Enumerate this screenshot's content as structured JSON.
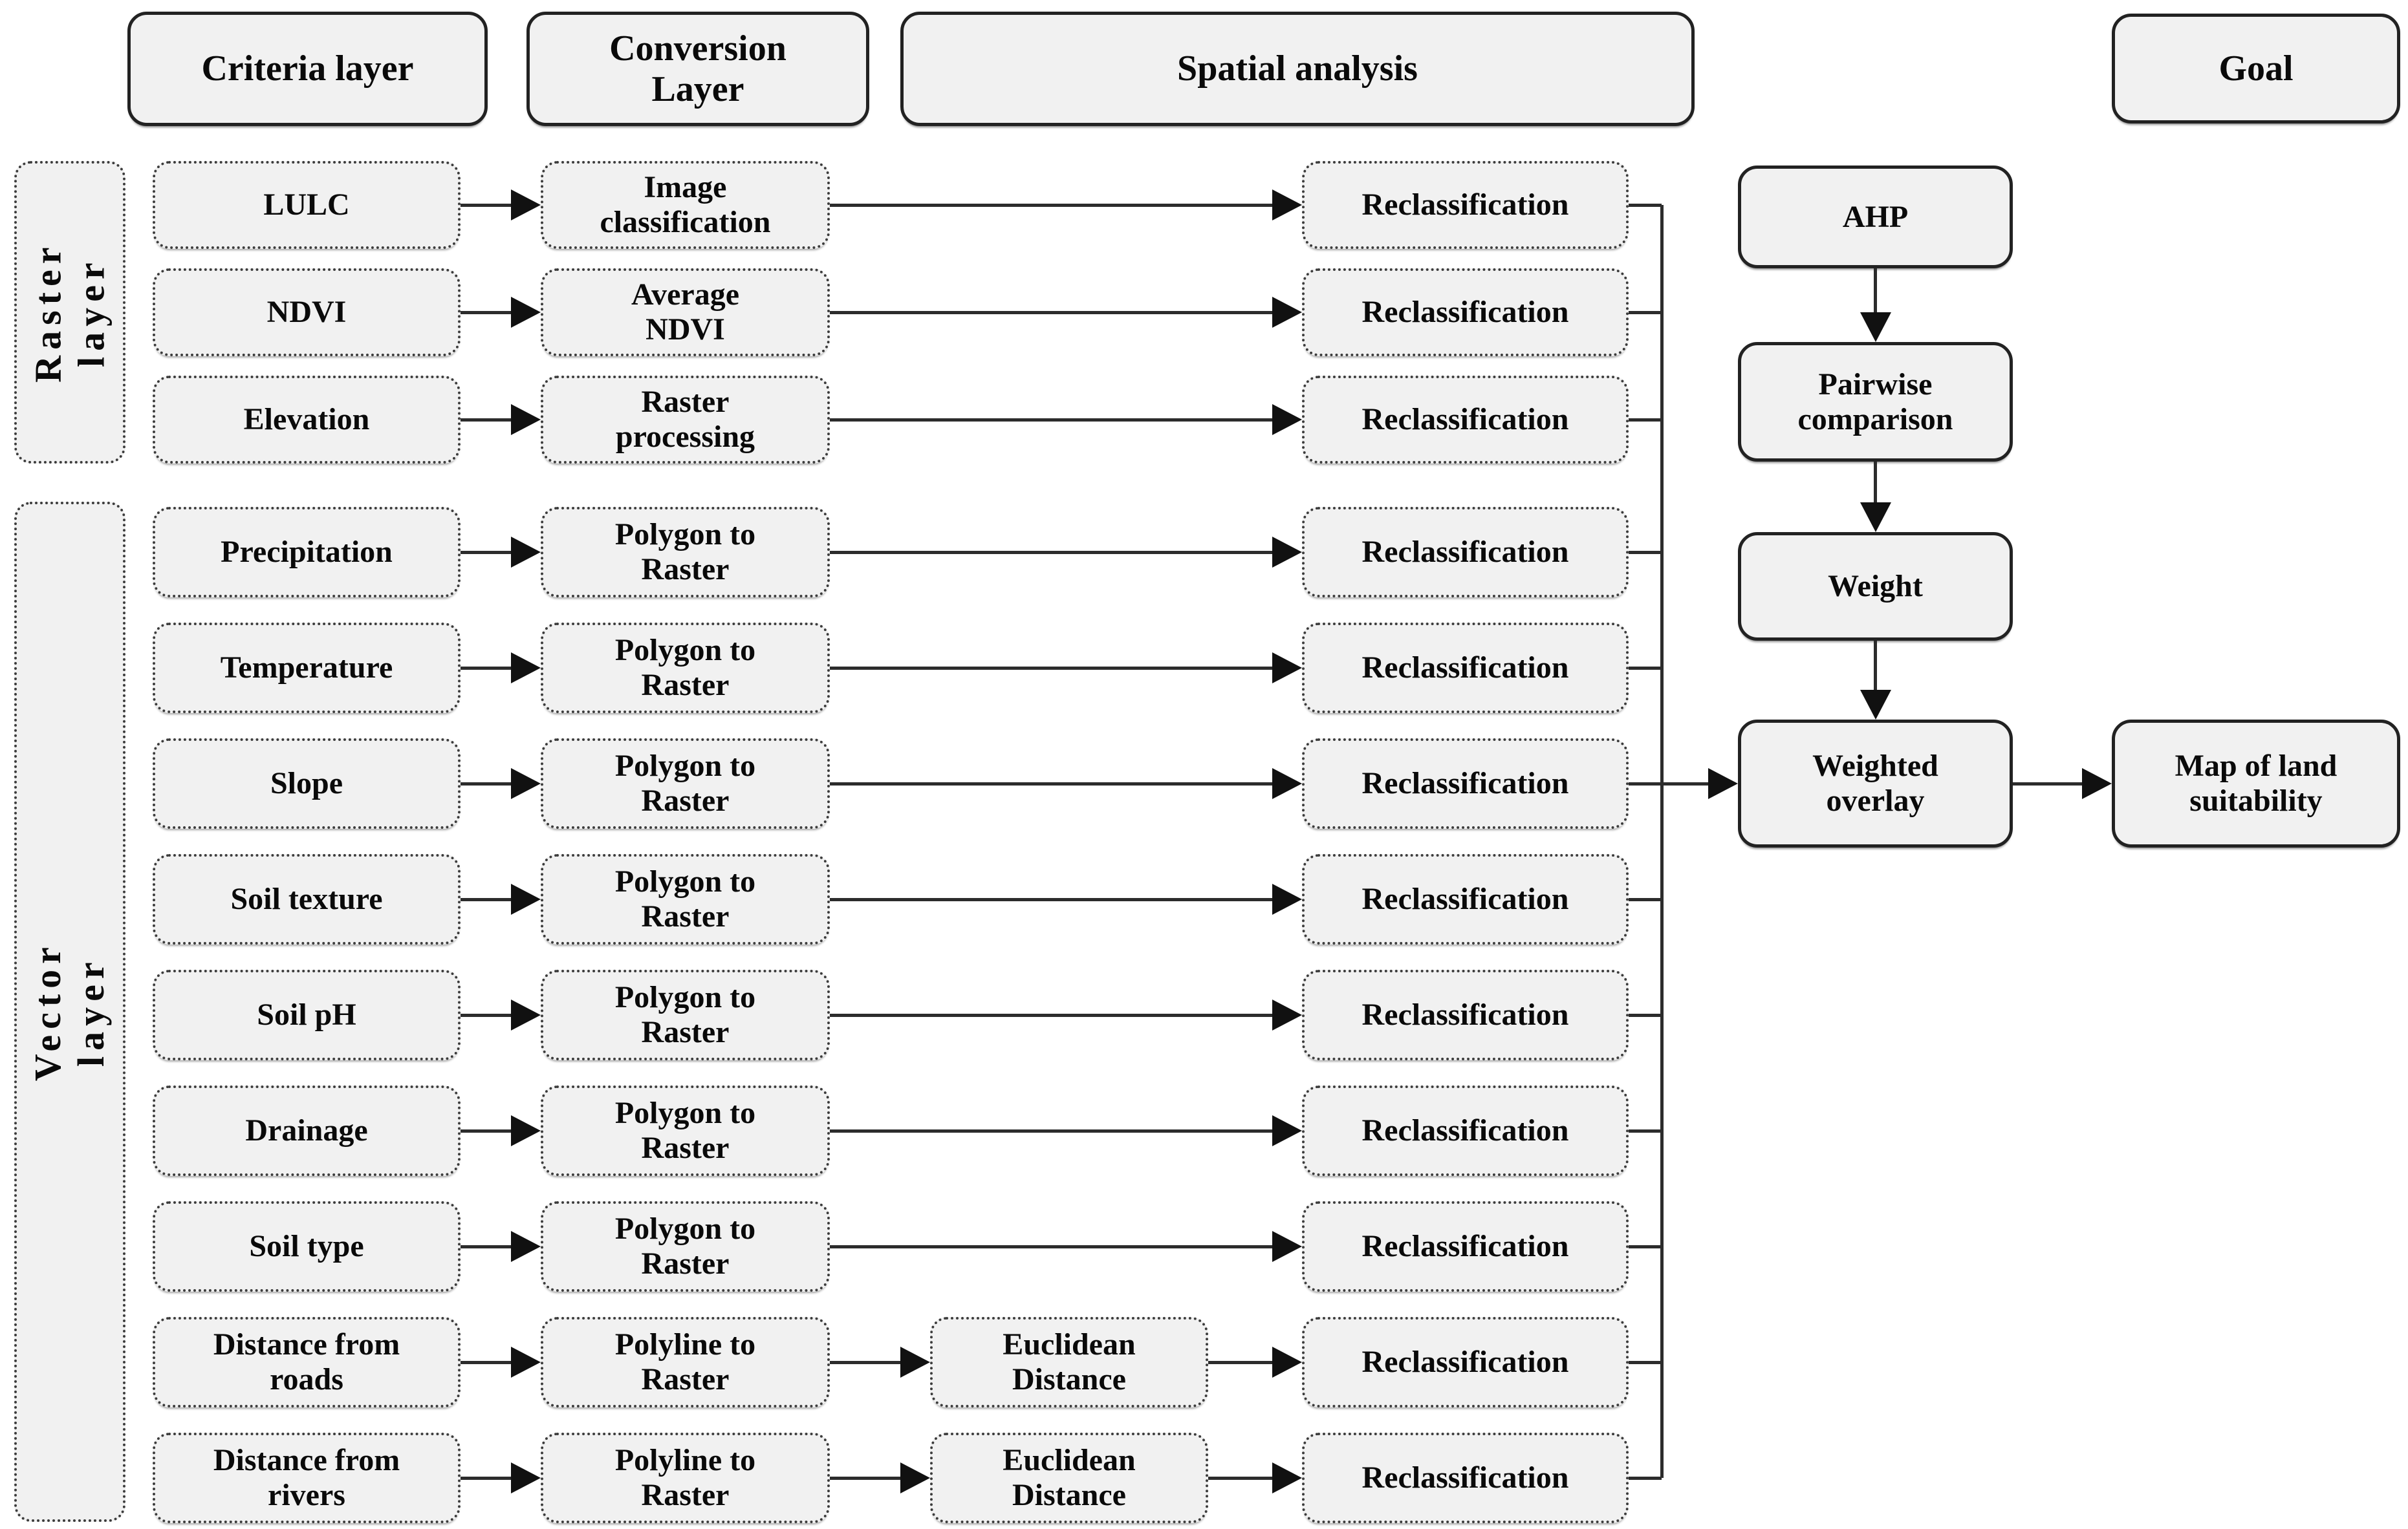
{
  "headers": {
    "criteria": "Criteria layer",
    "conversion": "Conversion\nLayer",
    "spatial": "Spatial analysis",
    "goal": "Goal"
  },
  "groups": {
    "raster": "Raster\nlayer",
    "vector": "Vector layer"
  },
  "rows": [
    {
      "criteria": "LULC",
      "conversion": "Image\nclassification",
      "spatial": "Reclassification"
    },
    {
      "criteria": "NDVI",
      "conversion": "Average\nNDVI",
      "spatial": "Reclassification"
    },
    {
      "criteria": "Elevation",
      "conversion": "Raster\nprocessing",
      "spatial": "Reclassification"
    },
    {
      "criteria": "Precipitation",
      "conversion": "Polygon to\nRaster",
      "spatial": "Reclassification"
    },
    {
      "criteria": "Temperature",
      "conversion": "Polygon to\nRaster",
      "spatial": "Reclassification"
    },
    {
      "criteria": "Slope",
      "conversion": "Polygon to\nRaster",
      "spatial": "Reclassification"
    },
    {
      "criteria": "Soil texture",
      "conversion": "Polygon to\nRaster",
      "spatial": "Reclassification"
    },
    {
      "criteria": "Soil pH",
      "conversion": "Polygon to\nRaster",
      "spatial": "Reclassification"
    },
    {
      "criteria": "Drainage",
      "conversion": "Polygon to\nRaster",
      "spatial": "Reclassification"
    },
    {
      "criteria": "Soil type",
      "conversion": "Polygon to\nRaster",
      "spatial": "Reclassification"
    },
    {
      "criteria": "Distance from\nroads",
      "conversion": "Polyline to\nRaster",
      "distance": "Euclidean\nDistance",
      "spatial": "Reclassification"
    },
    {
      "criteria": "Distance from\nrivers",
      "conversion": "Polyline to\nRaster",
      "distance": "Euclidean\nDistance",
      "spatial": "Reclassification"
    }
  ],
  "ahp_chain": {
    "ahp": "AHP",
    "pairwise": "Pairwise\ncomparison",
    "weight": "Weight",
    "weighted_overlay": "Weighted\noverlay"
  },
  "goal_flow": {
    "map": "Map of land\nsuitability"
  },
  "colors": {
    "box_fill": "#f1f1f1",
    "border": "#222222",
    "line": "#2c2c2c"
  }
}
